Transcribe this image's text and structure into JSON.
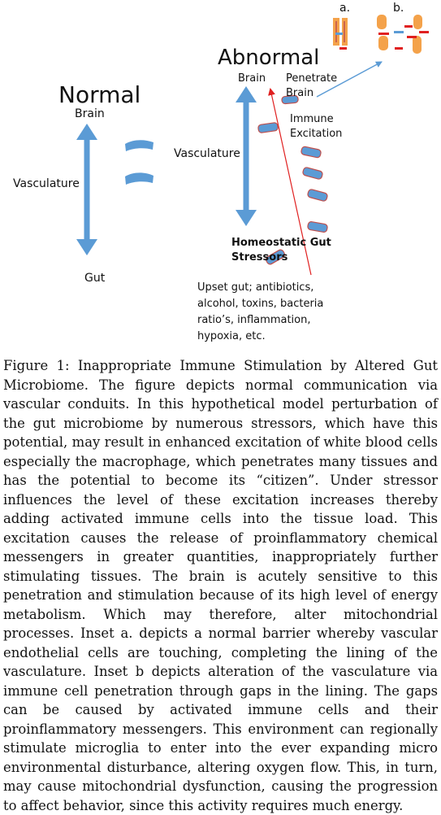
{
  "figure": {
    "inset_a_label": "a.",
    "inset_b_label": "b.",
    "normal": {
      "title": "Normal",
      "brain_label": "Brain",
      "vasculature_label": "Vasculature",
      "gut_label": "Gut"
    },
    "abnormal": {
      "title": "Abnormal",
      "brain_label": "Brain",
      "penetrate_line1": "Penetrate",
      "penetrate_line2": "Brain",
      "immune_line1": "Immune",
      "immune_line2": "Excitation",
      "vasculature_label": "Vasculature",
      "stressors_line1": "Homeostatic Gut",
      "stressors_line2": "Stressors",
      "upset_lines": [
        "Upset gut; antibiotics,",
        "alcohol, toxins, bacteria",
        "ratio’s, inflammation,",
        "hypoxia, etc."
      ]
    },
    "colors": {
      "arrow": "#5b9bd5",
      "cell_fill": "#5b9bd5",
      "cell_border": "#c0504d",
      "red_line": "#e02020",
      "inset_orange": "#f4a24a"
    }
  },
  "caption": "Figure 1: Inappropriate Immune Stimulation by Altered Gut Microbiome. The figure depicts normal communication via vascular conduits. In this hypothetical model perturbation of the gut microbiome by numerous stressors, which have this potential, may result in enhanced excitation of white blood cells especially the macrophage, which penetrates many tissues and has the potential to become its “citizen”. Under stressor influences the level of these excitation increases thereby adding activated immune cells into the tissue load. This excitation causes the release of proinflammatory chemical messengers in greater quantities, inappropriately further stimulating tissues. The brain is acutely sensitive to this penetration and stimulation because of its high level of energy metabolism. Which may therefore, alter mitochondrial processes. Inset a. depicts a normal barrier whereby vascular endothelial cells are touching, completing the lining of the vasculature. Inset b depicts alteration of the vasculature via immune cell penetration through gaps in the lining. The gaps can be caused by activated immune cells and their proinflammatory messengers. This environment can regionally stimulate microglia to enter into the ever expanding micro environmental disturbance, altering oxygen flow. This, in turn, may cause mitochondrial dysfunction, causing the progression to affect behavior, since this activity requires much energy."
}
